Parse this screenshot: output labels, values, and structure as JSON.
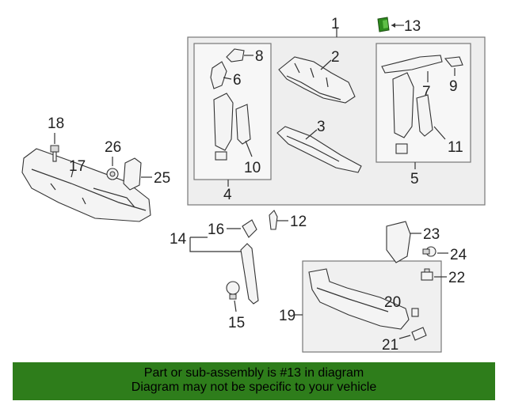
{
  "diagram": {
    "callouts": {
      "c1": "1",
      "c2": "2",
      "c3": "3",
      "c4": "4",
      "c5": "5",
      "c6": "6",
      "c7": "7",
      "c8": "8",
      "c9": "9",
      "c10": "10",
      "c11": "11",
      "c12": "12",
      "c13": "13",
      "c14": "14",
      "c15": "15",
      "c16": "16",
      "c17": "17",
      "c18": "18",
      "c19": "19",
      "c20": "20",
      "c21": "21",
      "c22": "22",
      "c23": "23",
      "c24": "24",
      "c25": "25",
      "c26": "26"
    },
    "highlighted_part": "13",
    "highlight_color": "#2e8b1e"
  },
  "banner": {
    "line1": "Part or sub-assembly is #13 in diagram",
    "line2": "Diagram may not be specific to your vehicle",
    "background": "#2e7d1b"
  }
}
